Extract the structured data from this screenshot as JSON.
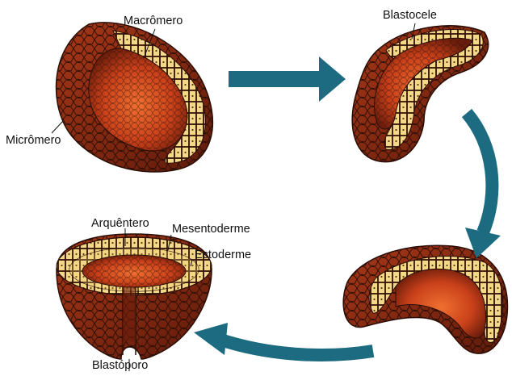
{
  "labels": {
    "macromero": "Macrômero",
    "micromero": "Micrômero",
    "blastocele": "Blastocele",
    "arquentero": "Arquêntero",
    "mesentoderme": "Mesentoderme",
    "ectoderme": "Ectoderme",
    "blastoporo": "Blastóporo"
  },
  "colors": {
    "arrow": "#1d6b80",
    "cell_outer": "#8c2b12",
    "cell_inner": "#e0561f",
    "cell_dark": "#5a1a0a",
    "yolk_cells": "#f3d987",
    "cell_line": "#2a0e06"
  }
}
